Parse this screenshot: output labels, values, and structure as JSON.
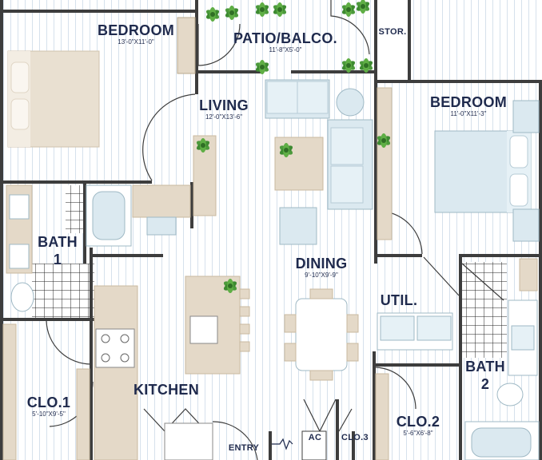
{
  "rooms": {
    "bedroom1": {
      "name": "BEDROOM",
      "dims": "13'-0\"X11'-0\""
    },
    "patio": {
      "name": "PATIO/BALCO.",
      "dims": "11'-8\"X5'-0\""
    },
    "storage": {
      "name": "STOR."
    },
    "living": {
      "name": "LIVING",
      "dims": "12'-0\"X13'-6\""
    },
    "bedroom2": {
      "name": "BEDROOM",
      "dims": "11'-0\"X11'-3\""
    },
    "bath1": {
      "name": "BATH",
      "num": "1"
    },
    "dining": {
      "name": "DINING",
      "dims": "9'-10\"X9'-9\""
    },
    "utility": {
      "name": "UTIL."
    },
    "bath2": {
      "name": "BATH",
      "num": "2"
    },
    "closet1": {
      "name": "CLO.1",
      "dims": "5'-10\"X9'-5\""
    },
    "kitchen": {
      "name": "KITCHEN"
    },
    "closet2": {
      "name": "CLO.2",
      "dims": "5'-6\"X6'-8\""
    },
    "closet3": {
      "name": "CLO.3"
    },
    "entry": {
      "name": "ENTRY"
    },
    "ac": {
      "name": "AC"
    }
  },
  "colors": {
    "wall": "#3d3d3d",
    "floor_stripe": "#d6e1ec",
    "cabinet": "#e4d9c8",
    "fixture": "#dbe9f0",
    "plant": "#4c9a3c",
    "label": "#1f2a4d",
    "tile": "#222222"
  }
}
